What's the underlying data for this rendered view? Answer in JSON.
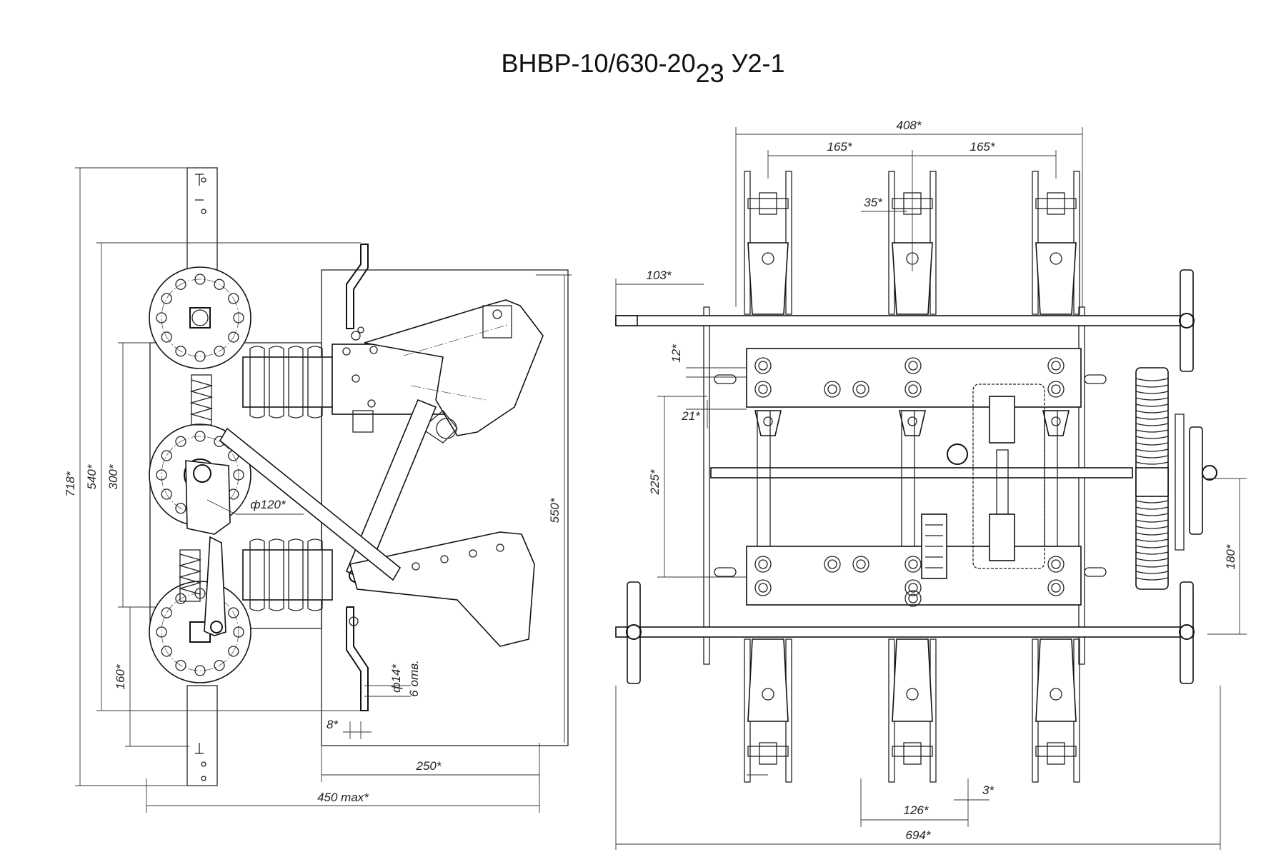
{
  "title": {
    "main": "ВНВР-10/630-20",
    "subscript": "23",
    "suffix": " У2-1"
  },
  "left_view": {
    "dims": {
      "d718": "718*",
      "d540": "540*",
      "d300": "300*",
      "d160": "160*",
      "d550": "550*",
      "d250": "250*",
      "d450": "450 max*",
      "d8": "8*",
      "d14": "ф14*",
      "holes": "6 отв.",
      "d120": "ф120*"
    }
  },
  "right_view": {
    "dims": {
      "d408": "408*",
      "d165a": "165*",
      "d165b": "165*",
      "d35": "35*",
      "d103": "103*",
      "d12": "12*",
      "d21": "21*",
      "d225": "225*",
      "d180": "180*",
      "d126": "126*",
      "d3": "3*",
      "d694": "694*"
    }
  }
}
